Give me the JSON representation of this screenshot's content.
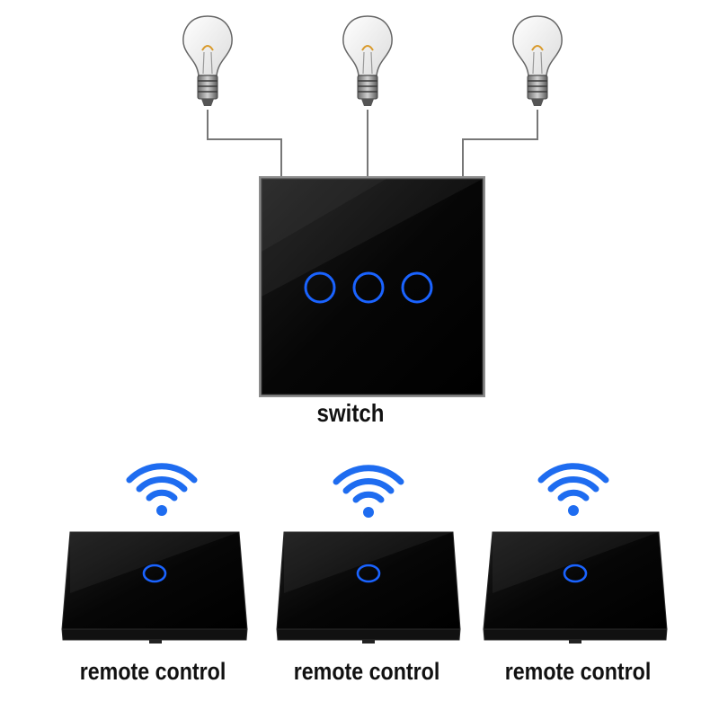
{
  "colors": {
    "wire": "#777777",
    "panel": "#0b0b0b",
    "panel_edge": "#9a9a9a",
    "touch_ring": "#1a63ff",
    "wifi": "#1e6cf0"
  },
  "icons": {
    "bulb": "light-bulb-icon",
    "wifi": "wifi-icon",
    "touch": "touch-button-icon"
  },
  "switch": {
    "label": "switch",
    "gang_count": 3
  },
  "remotes": [
    {
      "label": "remote control",
      "gang_count": 1
    },
    {
      "label": "remote control",
      "gang_count": 1
    },
    {
      "label": "remote control",
      "gang_count": 1
    }
  ]
}
